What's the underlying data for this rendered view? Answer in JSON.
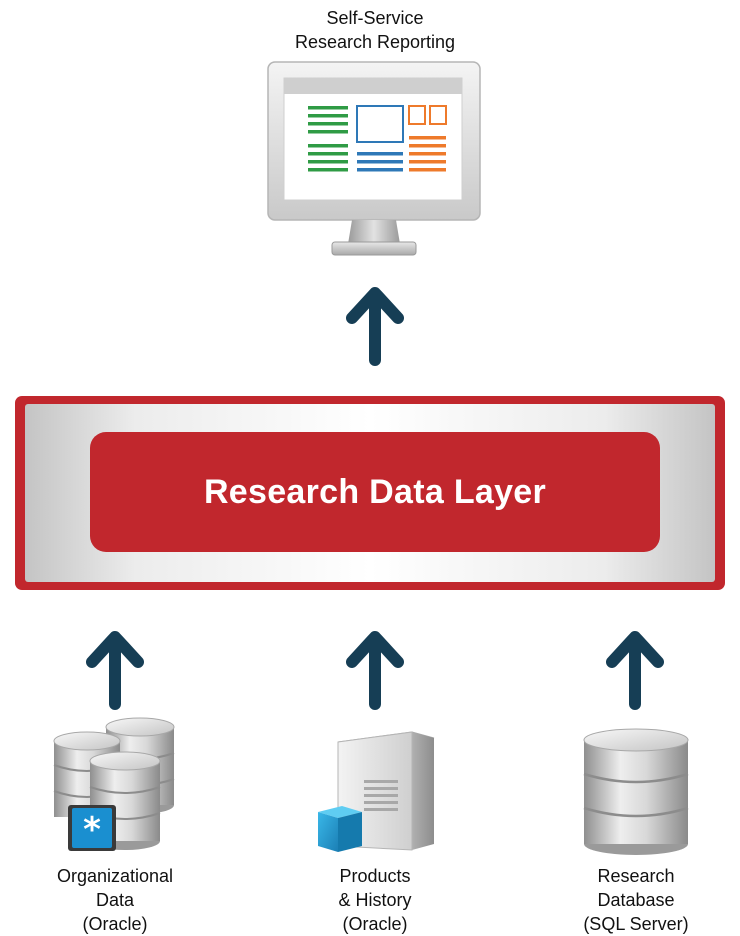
{
  "output": {
    "label_line1": "Self-Service",
    "label_line2": "Research Reporting",
    "icon": "monitor-report-icon",
    "colors": {
      "green": "#2f9b45",
      "blue": "#2e78b7",
      "orange": "#ee7a2b"
    }
  },
  "layer": {
    "title": "Research Data Layer",
    "colors": {
      "red": "#c1272d",
      "arrow": "#163e55"
    }
  },
  "sources": [
    {
      "icon": "multi-database-icon",
      "line1": "Organizational",
      "line2": "Data",
      "line3": "(Oracle)"
    },
    {
      "icon": "server-tower-icon",
      "line1": "Products",
      "line2": "& History",
      "line3": "(Oracle)"
    },
    {
      "icon": "database-icon",
      "line1": "Research",
      "line2": "Database",
      "line3": "(SQL Server)"
    }
  ]
}
